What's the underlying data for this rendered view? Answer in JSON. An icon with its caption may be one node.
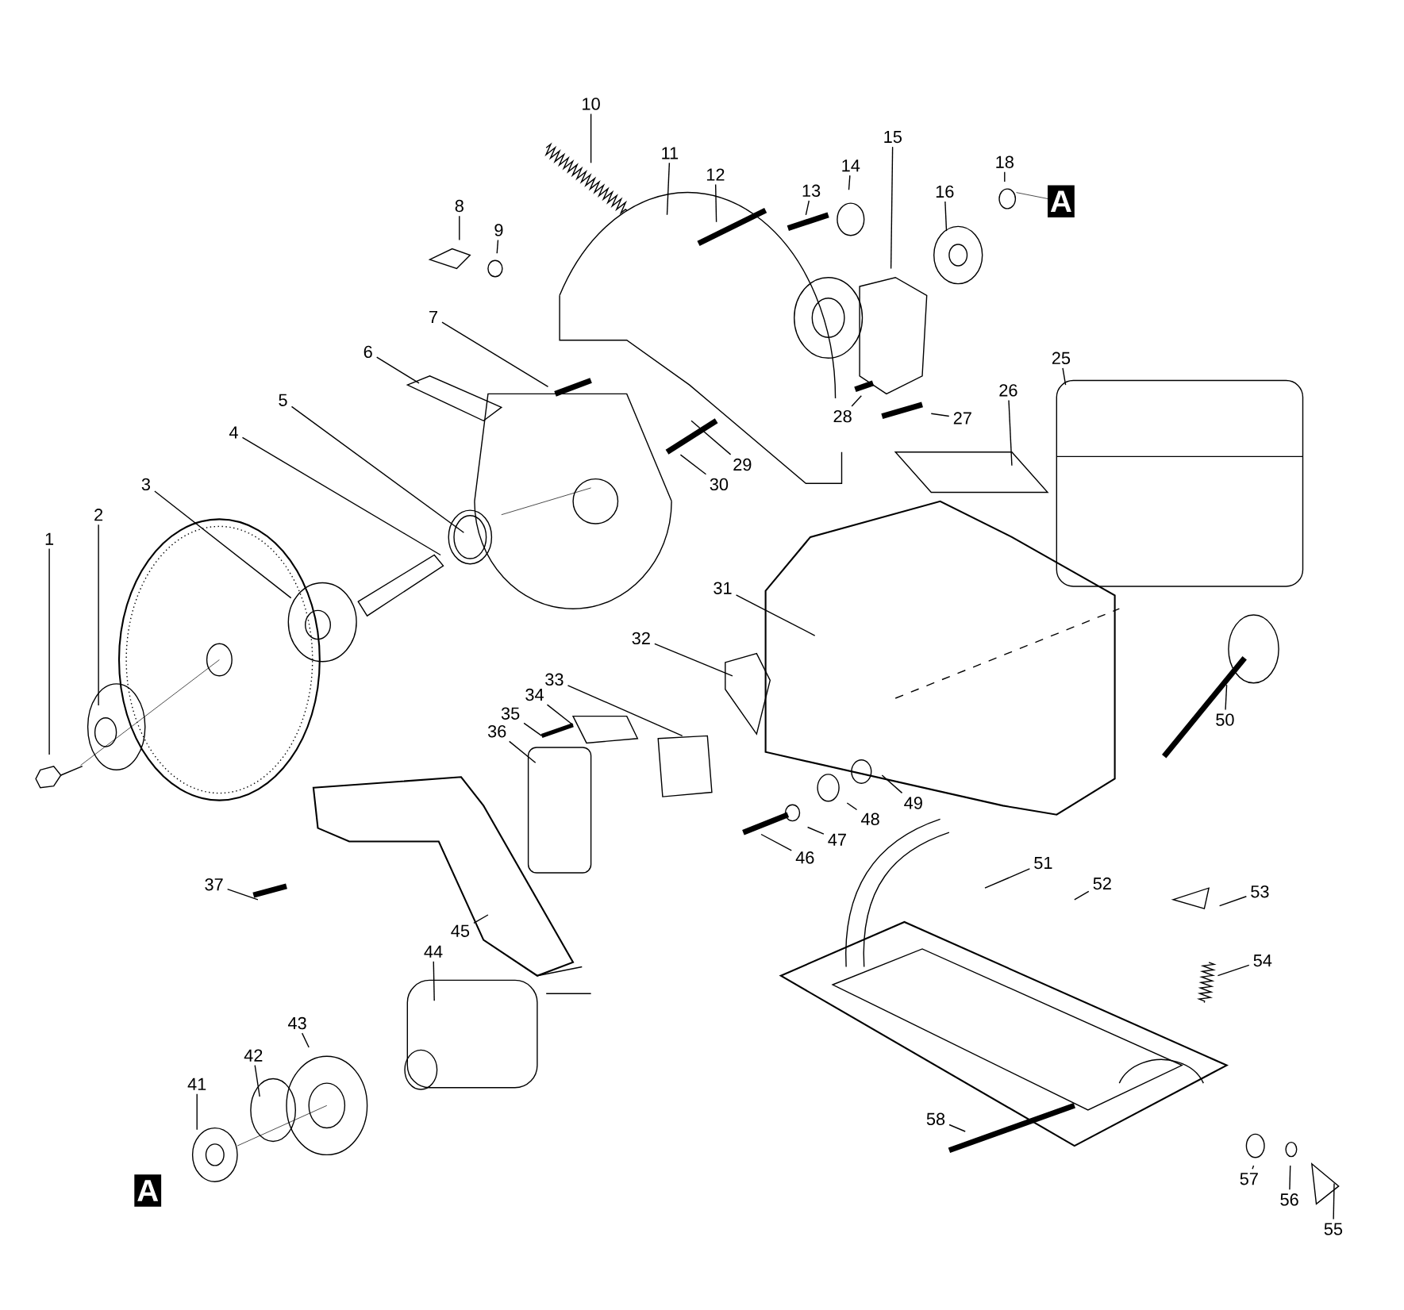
{
  "diagram": {
    "nodes": [
      {
        "text": [
          "1"
        ]
      },
      {
        "text": [
          "2"
        ]
      },
      {
        "text": [
          "3"
        ]
      },
      {
        "text": [
          "4"
        ]
      },
      {
        "text": [
          "5"
        ]
      },
      {
        "text": [
          "6"
        ]
      },
      {
        "text": [
          "7"
        ]
      },
      {
        "text": [
          "8"
        ]
      },
      {
        "text": [
          "9"
        ]
      },
      {
        "text": [
          "10"
        ]
      },
      {
        "text": [
          "11"
        ]
      },
      {
        "text": [
          "12"
        ]
      },
      {
        "text": [
          "13"
        ]
      },
      {
        "text": [
          "14"
        ]
      },
      {
        "text": [
          "15"
        ]
      },
      {
        "text": [
          "16"
        ]
      },
      {
        "text": [
          "18"
        ]
      },
      {
        "text": [
          "25"
        ]
      },
      {
        "text": [
          "26"
        ]
      },
      {
        "text": [
          "27"
        ]
      },
      {
        "text": [
          "28"
        ]
      },
      {
        "text": [
          "29"
        ]
      },
      {
        "text": [
          "30"
        ]
      },
      {
        "text": [
          "31"
        ]
      },
      {
        "text": [
          "32"
        ]
      },
      {
        "text": [
          "33"
        ]
      },
      {
        "text": [
          "34"
        ]
      },
      {
        "text": [
          "35"
        ]
      },
      {
        "text": [
          "36"
        ]
      },
      {
        "text": [
          "37"
        ]
      },
      {
        "text": [
          "41"
        ]
      },
      {
        "text": [
          "42"
        ]
      },
      {
        "text": [
          "43"
        ]
      },
      {
        "text": [
          "44"
        ]
      },
      {
        "text": [
          "45"
        ]
      },
      {
        "text": [
          "46"
        ]
      },
      {
        "text": [
          "47"
        ]
      },
      {
        "text": [
          "48"
        ]
      },
      {
        "text": [
          "49"
        ]
      },
      {
        "text": [
          "50"
        ]
      },
      {
        "text": [
          "51"
        ]
      },
      {
        "text": [
          "52"
        ]
      },
      {
        "text": [
          "53"
        ]
      },
      {
        "text": [
          "54"
        ]
      },
      {
        "text": [
          "55"
        ]
      },
      {
        "text": [
          "56"
        ]
      },
      {
        "text": [
          "57"
        ]
      },
      {
        "text": [
          "58"
        ]
      }
    ],
    "edges": [
      {
        "from": 0,
        "to": null,
        "arrow": "none"
      },
      {
        "from": 1,
        "to": null,
        "arrow": "none"
      },
      {
        "from": 2,
        "to": null,
        "arrow": "none"
      },
      {
        "from": 3,
        "to": null,
        "arrow": "none"
      },
      {
        "from": 4,
        "to": null,
        "arrow": "none"
      },
      {
        "from": 5,
        "to": null,
        "arrow": "none"
      },
      {
        "from": 6,
        "to": null,
        "arrow": "none"
      },
      {
        "from": 7,
        "to": null,
        "arrow": "none"
      },
      {
        "from": 8,
        "to": null,
        "arrow": "none"
      },
      {
        "from": 9,
        "to": null,
        "arrow": "none"
      },
      {
        "from": 10,
        "to": null,
        "arrow": "none"
      },
      {
        "from": 11,
        "to": null,
        "arrow": "none"
      },
      {
        "from": 12,
        "to": null,
        "arrow": "none"
      },
      {
        "from": 13,
        "to": null,
        "arrow": "none"
      },
      {
        "from": 14,
        "to": null,
        "arrow": "none"
      },
      {
        "from": 15,
        "to": null,
        "arrow": "none"
      },
      {
        "from": 16,
        "to": null,
        "arrow": "none"
      },
      {
        "from": 17,
        "to": null,
        "arrow": "none"
      },
      {
        "from": 18,
        "to": null,
        "arrow": "none"
      },
      {
        "from": 19,
        "to": null,
        "arrow": "none"
      },
      {
        "from": 20,
        "to": null,
        "arrow": "none"
      },
      {
        "from": 21,
        "to": null,
        "arrow": "none"
      },
      {
        "from": 22,
        "to": null,
        "arrow": "none"
      },
      {
        "from": 23,
        "to": null,
        "arrow": "none"
      },
      {
        "from": 24,
        "to": null,
        "arrow": "none"
      },
      {
        "from": 25,
        "to": null,
        "arrow": "none"
      },
      {
        "from": 26,
        "to": null,
        "arrow": "none"
      },
      {
        "from": 27,
        "to": null,
        "arrow": "none"
      },
      {
        "from": 28,
        "to": null,
        "arrow": "none"
      },
      {
        "from": 29,
        "to": null,
        "arrow": "none"
      },
      {
        "from": 30,
        "to": null,
        "arrow": "none"
      },
      {
        "from": 31,
        "to": null,
        "arrow": "none"
      },
      {
        "from": 32,
        "to": null,
        "arrow": "none"
      },
      {
        "from": 33,
        "to": null,
        "arrow": "none"
      },
      {
        "from": 34,
        "to": null,
        "arrow": "none"
      },
      {
        "from": 35,
        "to": null,
        "arrow": "none"
      },
      {
        "from": 36,
        "to": null,
        "arrow": "none"
      },
      {
        "from": 37,
        "to": null,
        "arrow": "none"
      },
      {
        "from": 38,
        "to": null,
        "arrow": "none"
      },
      {
        "from": 39,
        "to": null,
        "arrow": "none"
      },
      {
        "from": 40,
        "to": null,
        "arrow": "none"
      },
      {
        "from": 41,
        "to": null,
        "arrow": "none"
      },
      {
        "from": 42,
        "to": null,
        "arrow": "none"
      },
      {
        "from": 43,
        "to": null,
        "arrow": "none"
      },
      {
        "from": 44,
        "to": null,
        "arrow": "none"
      },
      {
        "from": 45,
        "to": null,
        "arrow": "none"
      },
      {
        "from": 46,
        "to": null,
        "arrow": "none"
      },
      {
        "from": 47,
        "to": null,
        "arrow": "none"
      }
    ],
    "labels": [
      "A",
      "A"
    ]
  }
}
